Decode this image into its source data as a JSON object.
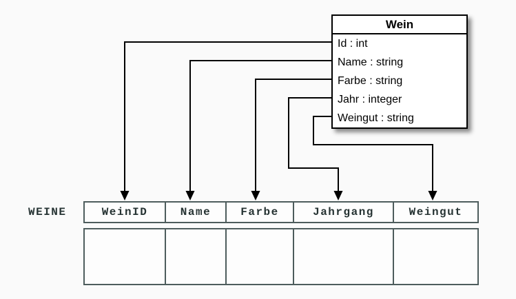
{
  "page": {
    "background": "#fafafa"
  },
  "class_box": {
    "title": "Wein",
    "attributes": [
      "Id : int",
      "Name : string",
      "Farbe : string",
      "Jahr : integer",
      "Weingut : string"
    ]
  },
  "table": {
    "label": "WEINE",
    "columns": [
      "WeinID",
      "Name",
      "Farbe",
      "Jahrgang",
      "Weingut"
    ],
    "empty_body_rows": 1
  },
  "mappings": [
    {
      "from": "Id",
      "to": "WeinID"
    },
    {
      "from": "Name",
      "to": "Name"
    },
    {
      "from": "Farbe",
      "to": "Farbe"
    },
    {
      "from": "Jahr",
      "to": "Jahrgang"
    },
    {
      "from": "Weingut",
      "to": "Weingut"
    }
  ],
  "colors": {
    "connector_line": "#000000",
    "class_box_border": "#000000",
    "class_box_fill": "#ffffff",
    "table_border": "#4d5c5c",
    "table_text": "#263333",
    "background": "#fafafa"
  }
}
